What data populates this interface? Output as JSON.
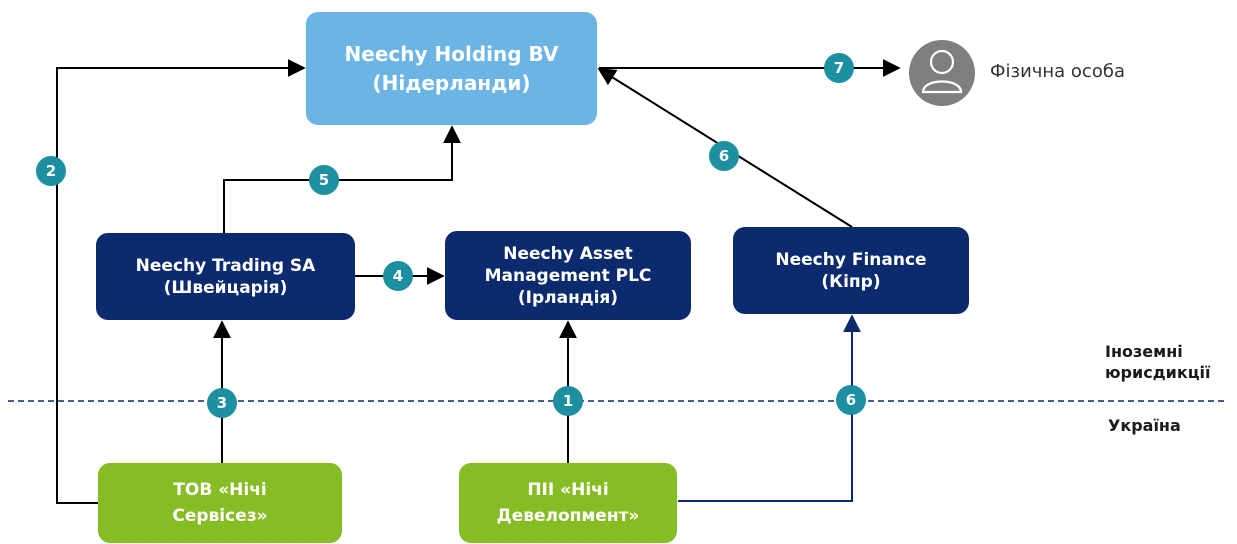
{
  "colors": {
    "holding": "#6cb4e4",
    "foreign_entity": "#0c2a6e",
    "ukrainian_entity": "#86bc24",
    "badge": "#1c8fa0",
    "person_icon": "#7f7f7f",
    "border_line": "#0c2a6e"
  },
  "entities": {
    "holding": {
      "line1": "Neechy Holding BV",
      "line2": "(Нідерланди)"
    },
    "trading": {
      "line1": "Neechy Trading SA",
      "line2": "(Швейцарія)"
    },
    "asset": {
      "line1": "Neechy Asset",
      "line2": "Management PLC",
      "line3": "(Ірландія)"
    },
    "finance": {
      "line1": "Neechy Finance",
      "line2": "(Кіпр)"
    },
    "services": {
      "line1": "ТОВ «Нічі",
      "line2": "Сервісез»"
    },
    "development": {
      "line1": "ПІІ «Нічі",
      "line2": "Девелопмент»"
    }
  },
  "person": {
    "label": "Фізична особа",
    "icon": "person-icon"
  },
  "jurisdictions": {
    "foreign_line1": "Іноземні",
    "foreign_line2": "юрисдикції",
    "ukraine": "Україна"
  },
  "steps": {
    "s1": "1",
    "s2": "2",
    "s3": "3",
    "s4": "4",
    "s5": "5",
    "s6a": "6",
    "s6b": "6",
    "s7": "7"
  }
}
